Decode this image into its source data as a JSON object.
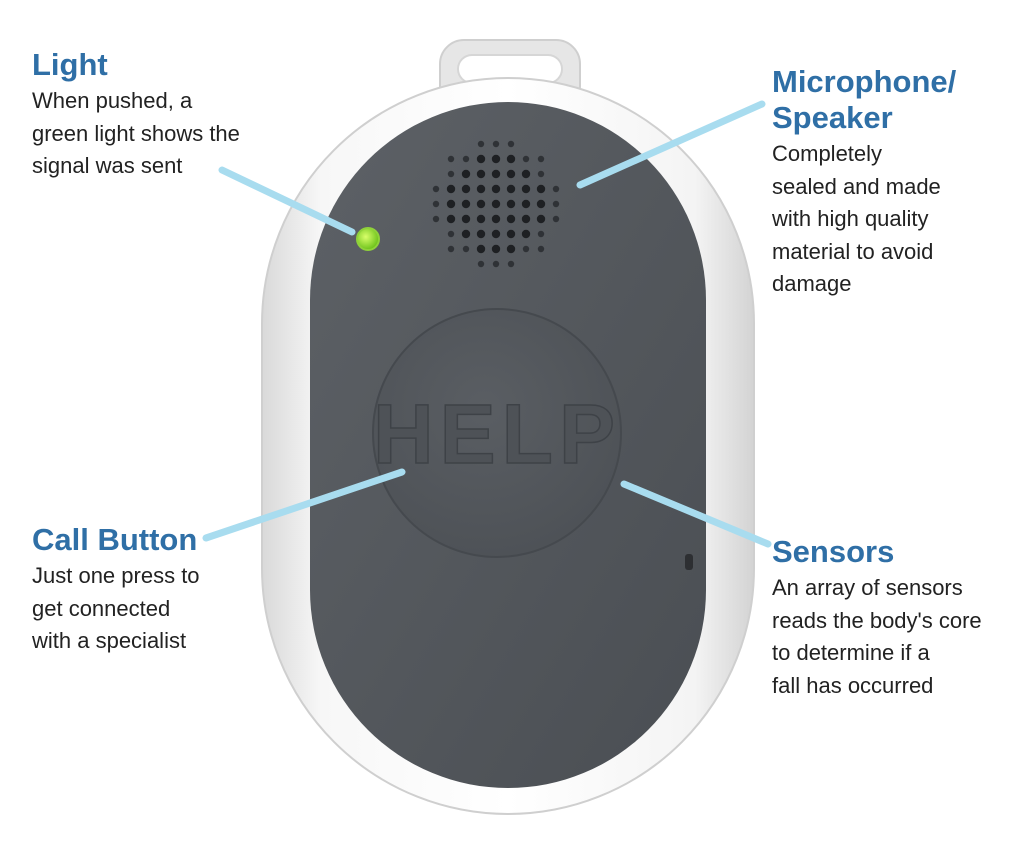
{
  "device": {
    "button_text": "HELP"
  },
  "colors": {
    "heading": "#2f6fa6",
    "body_text": "#222222",
    "leader_line": "#a8dcef",
    "device_shell": "#f1f1f1",
    "device_face": "#54585d",
    "indicator_light": "#7ed321"
  },
  "callouts": {
    "light": {
      "title": "Light",
      "lines": [
        "When pushed, a",
        "green light shows the",
        "signal was sent"
      ]
    },
    "microphone": {
      "title_lines": [
        "Microphone/",
        "Speaker"
      ],
      "lines": [
        "Completely",
        "sealed and made",
        "with high quality",
        "material to avoid",
        "damage"
      ]
    },
    "call_button": {
      "title": "Call Button",
      "lines": [
        "Just one press to",
        "get connected",
        "with a specialist"
      ]
    },
    "sensors": {
      "title": "Sensors",
      "lines": [
        "An array of sensors",
        "reads the body's core",
        "to determine if a",
        "fall has occurred"
      ]
    }
  }
}
